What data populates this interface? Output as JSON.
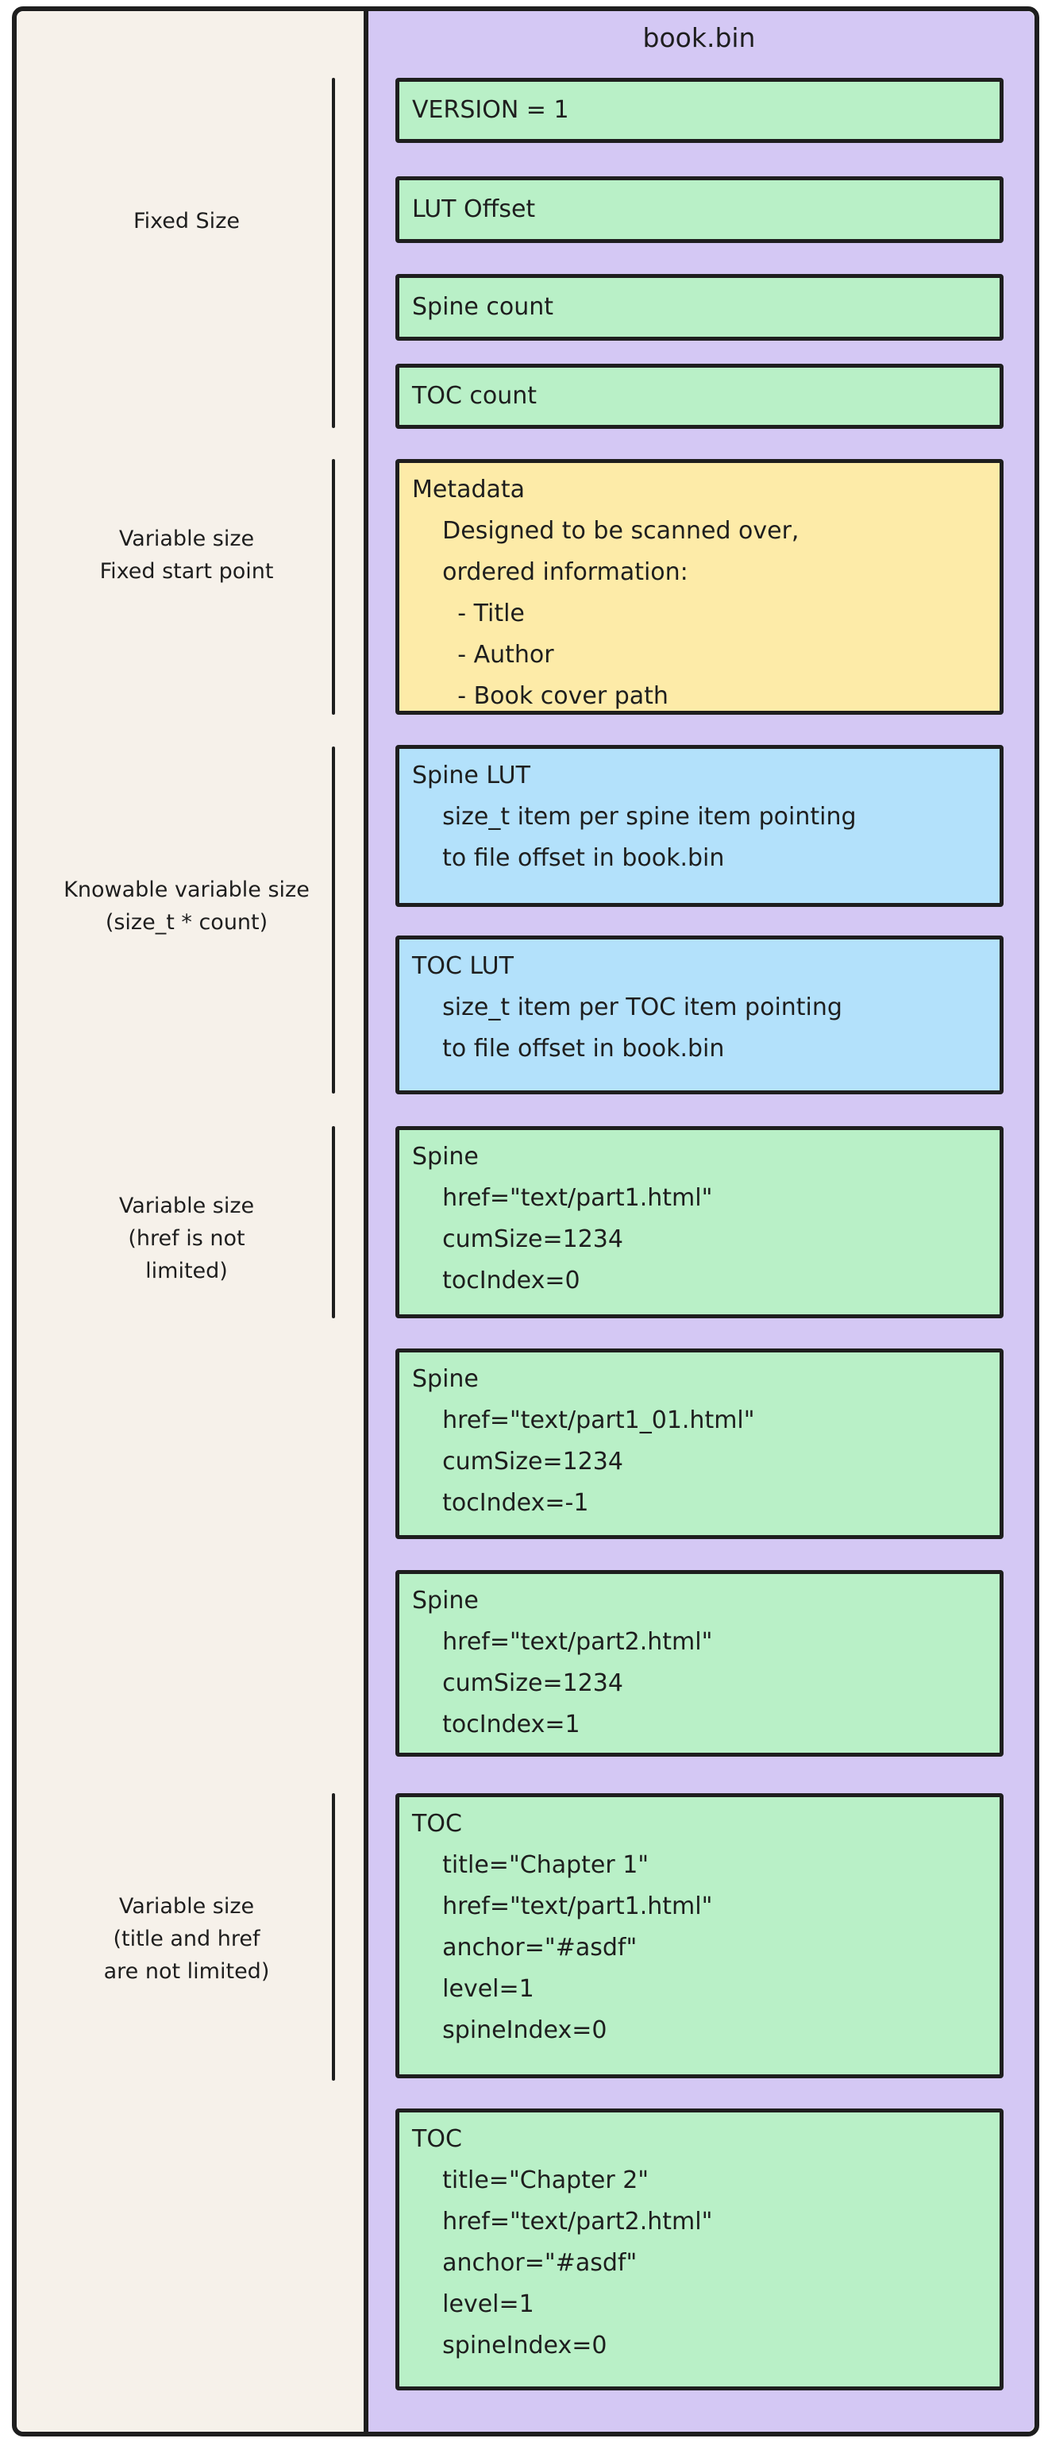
{
  "diagram": {
    "title": "book.bin",
    "palette": {
      "stroke": "#1e1e1e",
      "container_purple": "#d4c8f4",
      "label_column_cream": "#f6f1ea",
      "block_green": "#b9f0c7",
      "block_yellow": "#fdeba8",
      "block_blue": "#b3e1fb"
    },
    "side_labels": [
      {
        "text": "Fixed Size"
      },
      {
        "text": "Variable size\nFixed start point"
      },
      {
        "text": "Knowable variable size\n(size_t * count)"
      },
      {
        "text": "Variable size\n(href is not\nlimited)"
      },
      {
        "text": "Variable size\n(title and href\nare not limited)"
      }
    ],
    "boxes": [
      {
        "id": "version",
        "color": "green",
        "label": "VERSION = 1"
      },
      {
        "id": "lut-offset",
        "color": "green",
        "label": "LUT Offset"
      },
      {
        "id": "spine-count",
        "color": "green",
        "label": "Spine count"
      },
      {
        "id": "toc-count",
        "color": "green",
        "label": "TOC count"
      },
      {
        "id": "metadata",
        "color": "yellow",
        "label": "Metadata\n    Designed to be scanned over,\n    ordered information:\n      - Title\n      - Author\n      - Book cover path"
      },
      {
        "id": "spine-lut",
        "color": "blue",
        "label": "Spine LUT\n    size_t item per spine item pointing\n    to file offset in book.bin"
      },
      {
        "id": "toc-lut",
        "color": "blue",
        "label": "TOC LUT\n    size_t item per TOC item pointing\n    to file offset in book.bin"
      },
      {
        "id": "spine-1",
        "color": "green",
        "label": "Spine\n    href=\"text/part1.html\"\n    cumSize=1234\n    tocIndex=0"
      },
      {
        "id": "spine-2",
        "color": "green",
        "label": "Spine\n    href=\"text/part1_01.html\"\n    cumSize=1234\n    tocIndex=-1"
      },
      {
        "id": "spine-3",
        "color": "green",
        "label": "Spine\n    href=\"text/part2.html\"\n    cumSize=1234\n    tocIndex=1"
      },
      {
        "id": "toc-1",
        "color": "green",
        "label": "TOC\n    title=\"Chapter 1\"\n    href=\"text/part1.html\"\n    anchor=\"#asdf\"\n    level=1\n    spineIndex=0"
      },
      {
        "id": "toc-2",
        "color": "green",
        "label": "TOC\n    title=\"Chapter 2\"\n    href=\"text/part2.html\"\n    anchor=\"#asdf\"\n    level=1\n    spineIndex=0"
      }
    ]
  }
}
